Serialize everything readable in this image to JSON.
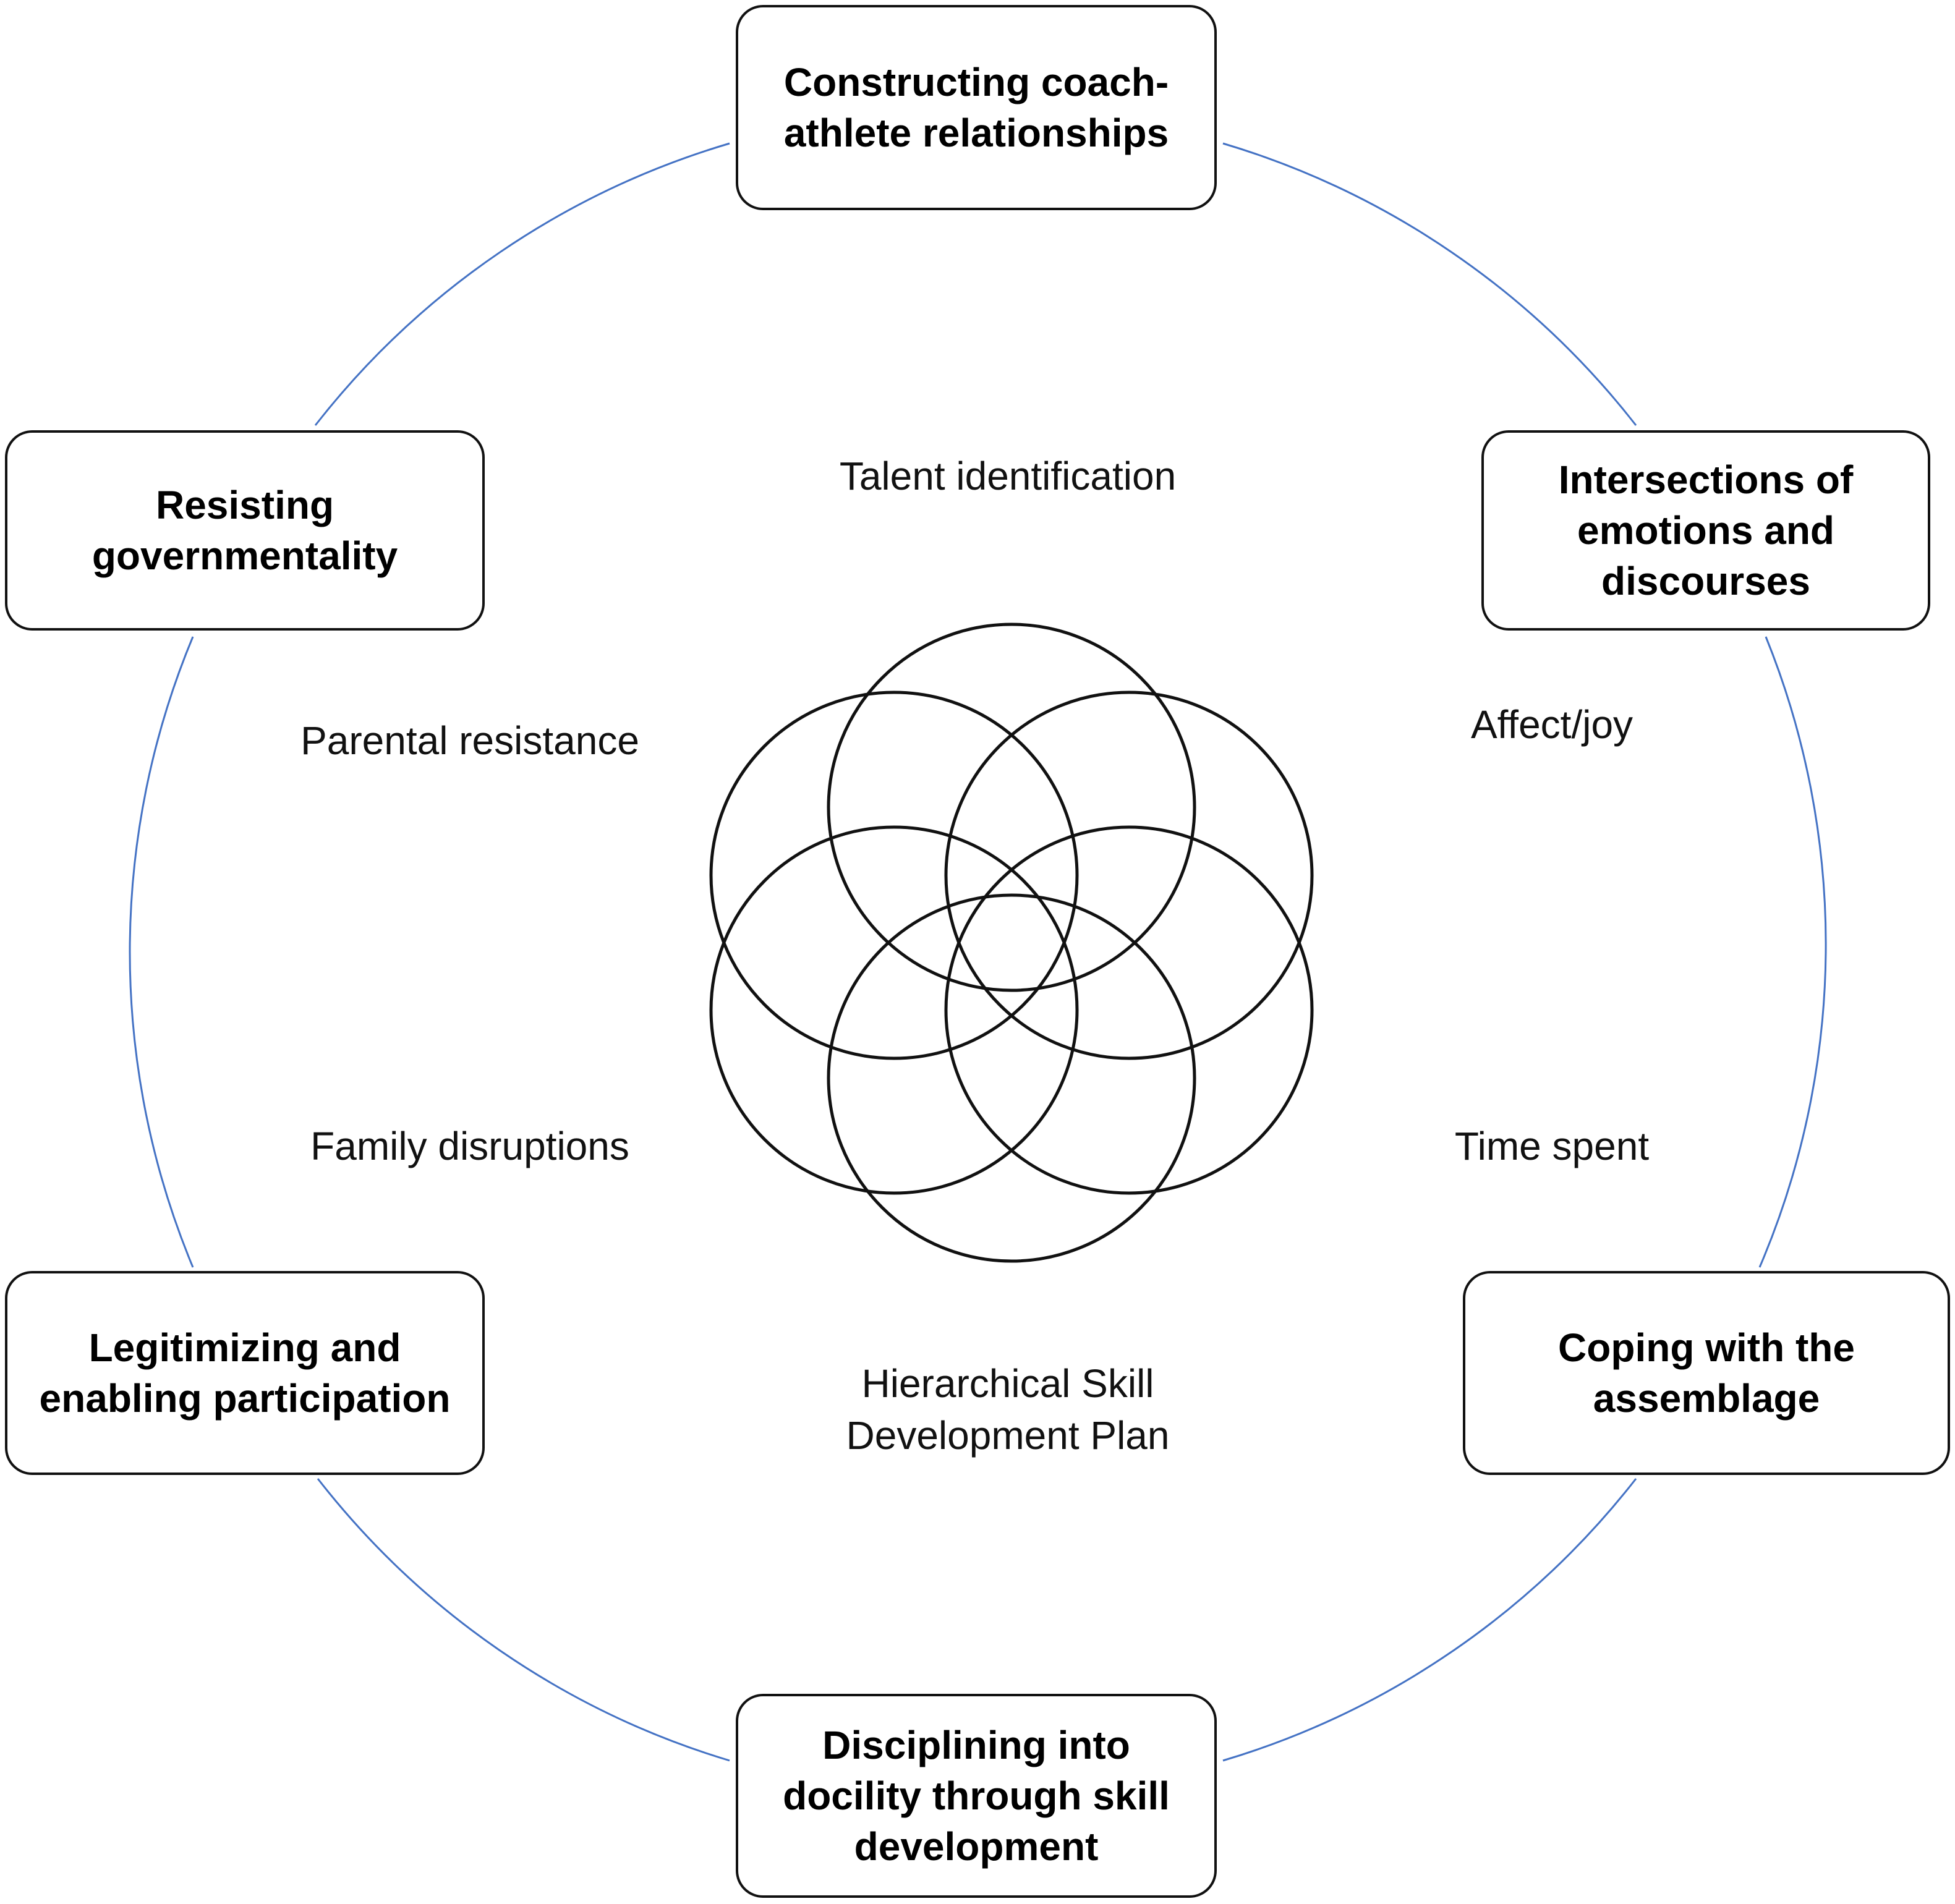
{
  "colors": {
    "connector": "#4472c4",
    "circle_dark": "#111111",
    "circle_grey": "#808080",
    "box_border": "#111111"
  },
  "themes": {
    "top": "Constructing coach-\nathlete relationships",
    "upper_left": "Resisting\ngovernmentality",
    "upper_right": "Intersections of\nemotions and\ndiscourses",
    "lower_left": "Legitimizing and\nenabling participation",
    "lower_right": "Coping with the\nassemblage",
    "bottom": "Disciplining into\ndocility through skill\ndevelopment"
  },
  "labels": {
    "talent_identification": "Talent identification",
    "parental_resistance": "Parental resistance",
    "affect_joy": "Affect/joy",
    "family_disruptions": "Family disruptions",
    "time_spent": "Time spent",
    "hierarchical_plan": "Hierarchical Skill\nDevelopment Plan"
  }
}
